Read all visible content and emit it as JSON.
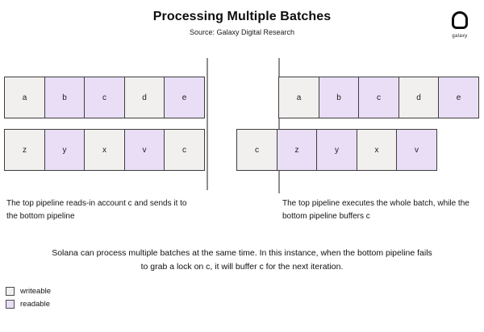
{
  "header": {
    "title": "Processing Multiple Batches",
    "subtitle": "Source: Galaxy Digital Research",
    "logo_label": "galaxy"
  },
  "colors": {
    "writeable": "#f1f0ee",
    "readable": "#e9def6",
    "border": "#3d3d3d",
    "divider": "#8f8f8f"
  },
  "diagrams": [
    {
      "side": "left",
      "top_pipeline": [
        {
          "label": "a",
          "state": "writeable"
        },
        {
          "label": "b",
          "state": "readable"
        },
        {
          "label": "c",
          "state": "readable"
        },
        {
          "label": "d",
          "state": "writeable"
        },
        {
          "label": "e",
          "state": "readable"
        }
      ],
      "bottom_pipeline": [
        {
          "label": "z",
          "state": "writeable"
        },
        {
          "label": "y",
          "state": "readable"
        },
        {
          "label": "x",
          "state": "writeable"
        },
        {
          "label": "v",
          "state": "readable"
        },
        {
          "label": "c",
          "state": "writeable"
        }
      ],
      "caption": "The top pipeline reads-in account c and sends it to the bottom pipeline"
    },
    {
      "side": "right",
      "top_pipeline": [
        {
          "label": "a",
          "state": "writeable"
        },
        {
          "label": "b",
          "state": "readable"
        },
        {
          "label": "c",
          "state": "readable"
        },
        {
          "label": "d",
          "state": "writeable"
        },
        {
          "label": "e",
          "state": "readable"
        }
      ],
      "bottom_pipeline": [
        {
          "label": "c",
          "state": "writeable"
        },
        {
          "label": "z",
          "state": "readable"
        },
        {
          "label": "y",
          "state": "readable"
        },
        {
          "label": "x",
          "state": "writeable"
        },
        {
          "label": "v",
          "state": "readable"
        }
      ],
      "caption": "The top pipeline executes the whole batch, while the bottom pipeline buffers c"
    }
  ],
  "footer_note": "Solana can process multiple batches at the same time. In this instance, when the bottom pipeline fails to grab a lock on c, it will buffer c for the next iteration.",
  "legend": [
    {
      "label": "writeable",
      "state": "writeable"
    },
    {
      "label": "readable",
      "state": "readable"
    }
  ]
}
